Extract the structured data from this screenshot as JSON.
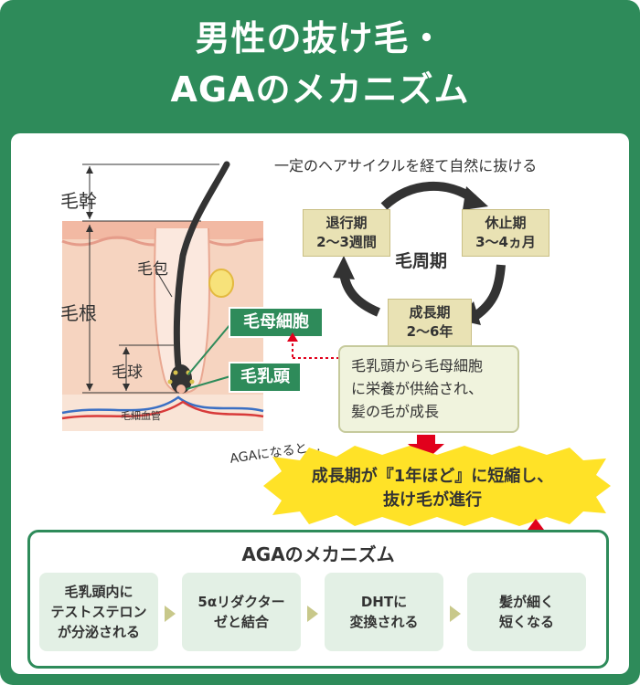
{
  "title": {
    "line1": "男性の抜け毛・",
    "line2": "AGAのメカニズム"
  },
  "hair_diagram": {
    "label_shaft": "毛幹",
    "label_root": "毛根",
    "label_follicle": "毛包",
    "label_bulb": "毛球",
    "label_vessel": "毛細血管",
    "tag_matrix_cells": "毛母細胞",
    "tag_papilla": "毛乳頭"
  },
  "cycle": {
    "heading": "一定のヘアサイクルを経て自然に抜ける",
    "center": "毛周期",
    "regression": {
      "name": "退行期",
      "duration": "2～3週間"
    },
    "resting": {
      "name": "休止期",
      "duration": "3～4ヵ月"
    },
    "growth": {
      "name": "成長期",
      "duration": "2～6年"
    }
  },
  "growth_info": {
    "line1": "毛乳頭から毛母細胞",
    "line2": "に栄養が供給され、",
    "line3": "髪の毛が成長"
  },
  "aga_note": "AGAになると…",
  "burst": {
    "line1": "成長期が『1年ほど』に短縮し、",
    "line2": "抜け毛が進行"
  },
  "mechanism": {
    "title": "AGAのメカニズム",
    "steps": [
      "毛乳頭内に\nテストステロン\nが分泌される",
      "5αリダクター\nゼと結合",
      "DHTに\n変換される",
      "髪が細く\n短くなる"
    ]
  },
  "colors": {
    "brand_green": "#2e8b5a",
    "skin": "#f6d4c0",
    "cycle_box": "#e9e2b4",
    "burst_yellow": "#ffe227",
    "alert_red": "#e1001c"
  }
}
